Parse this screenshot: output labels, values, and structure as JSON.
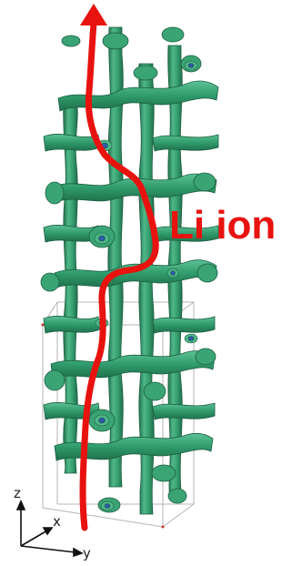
{
  "label": {
    "text": "Li ion"
  },
  "axes": {
    "z": "z",
    "x": "x",
    "y": "y"
  },
  "colors": {
    "framework_fill": "#2f9a6b",
    "framework_light": "#5cc295",
    "framework_dark": "#1f6f4b",
    "path": "#e8120f",
    "channel_inner": "#2d5aa8",
    "cell_edge": "#b4b4b4",
    "text": "#222222"
  },
  "icons": {
    "arrow": "arrow-up-icon",
    "axes": "axes-triad-icon"
  }
}
